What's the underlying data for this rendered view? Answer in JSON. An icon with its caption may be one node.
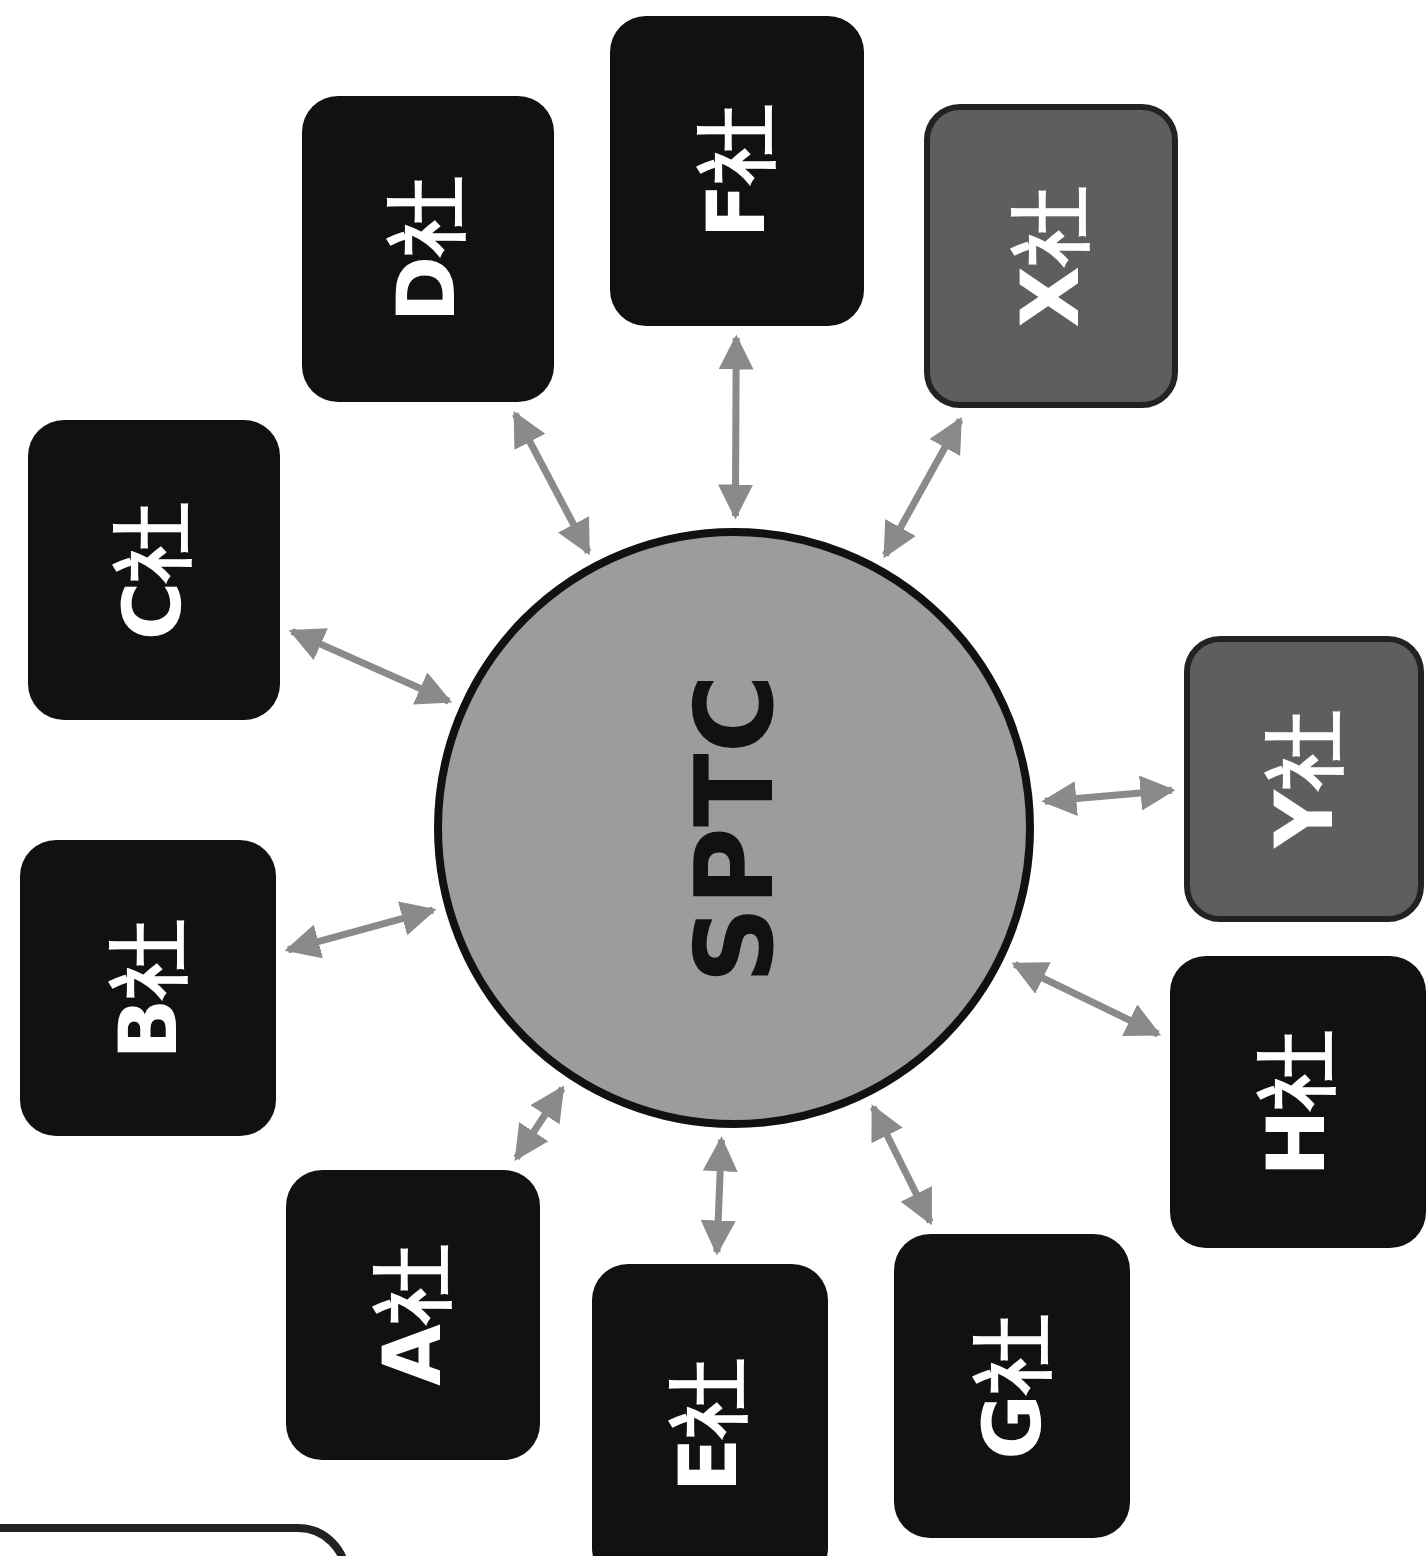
{
  "diagram": {
    "nodes": [
      {
        "text": [
          "SPTC"
        ]
      },
      {
        "text": [
          "A社"
        ]
      },
      {
        "text": [
          "B社"
        ]
      },
      {
        "text": [
          "C社"
        ]
      },
      {
        "text": [
          "D社"
        ]
      },
      {
        "text": [
          "F社"
        ]
      },
      {
        "text": [
          "X社"
        ]
      },
      {
        "text": [
          "Y社"
        ]
      },
      {
        "text": [
          "H社"
        ]
      },
      {
        "text": [
          "G社"
        ]
      },
      {
        "text": [
          "E社"
        ]
      },
      {
        "text": [],
        "shape": "box"
      }
    ],
    "edges": [
      {
        "from": 0,
        "to": 1,
        "arrow": "both"
      },
      {
        "from": 0,
        "to": 2,
        "arrow": "both"
      },
      {
        "from": 0,
        "to": 3,
        "arrow": "both"
      },
      {
        "from": 0,
        "to": 4,
        "arrow": "both"
      },
      {
        "from": 0,
        "to": 5,
        "arrow": "both"
      },
      {
        "from": 0,
        "to": 6,
        "arrow": "both"
      },
      {
        "from": 0,
        "to": 7,
        "arrow": "both"
      },
      {
        "from": 0,
        "to": 8,
        "arrow": "both"
      },
      {
        "from": 0,
        "to": 9,
        "arrow": "both"
      },
      {
        "from": 0,
        "to": 10,
        "arrow": "both"
      }
    ]
  }
}
